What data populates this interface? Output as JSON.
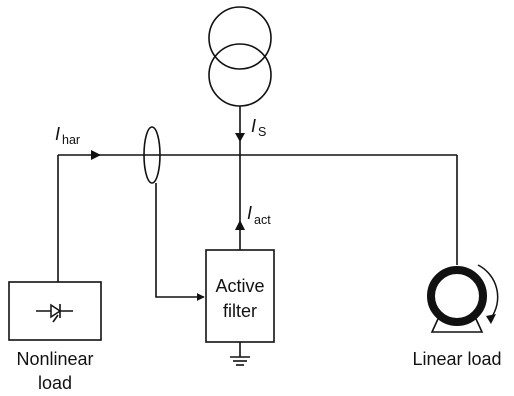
{
  "labels": {
    "i_har": {
      "symbol": "I",
      "subscript": "har"
    },
    "i_s": {
      "symbol": "I",
      "subscript": "S"
    },
    "i_act": {
      "symbol": "I",
      "subscript": "act"
    },
    "active_filter": [
      "Active",
      "filter"
    ],
    "nonlinear_load": [
      "Nonlinear",
      "load"
    ],
    "linear_load": "Linear load"
  },
  "colors": {
    "line": "#111111",
    "background": "#ffffff"
  }
}
